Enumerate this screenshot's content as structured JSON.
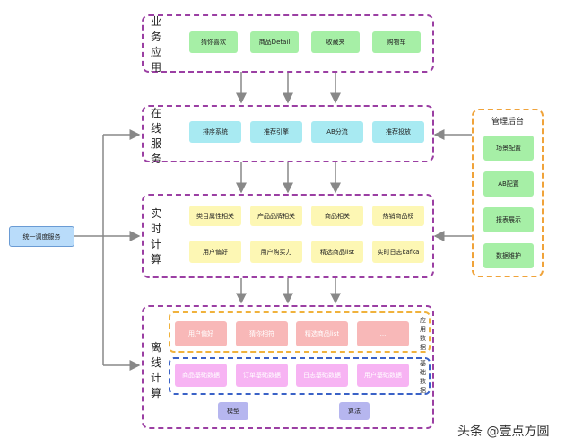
{
  "layers": {
    "business_app": {
      "label": "业务应用",
      "items": [
        "猜你喜欢",
        "商品Detail",
        "收藏夹",
        "购物车"
      ]
    },
    "online_service": {
      "label": "在线服务",
      "items": [
        "排序系统",
        "推荐引擎",
        "AB分流",
        "推荐投放"
      ]
    },
    "realtime": {
      "label": "实时计算",
      "row1": [
        "类目属性相关",
        "产品品牌相关",
        "商品相关",
        "热销商品榜"
      ],
      "row2": [
        "用户偏好",
        "用户购买力",
        "精选商品list",
        "实时日志kafka"
      ]
    },
    "offline": {
      "label": "离线计算",
      "app_data": {
        "label": "应用数据",
        "items": [
          "用户偏好",
          "猜你相符",
          "精选商品list",
          "..."
        ]
      },
      "base_data": {
        "label": "基础数据",
        "items": [
          "商品基础数据",
          "订单基础数据",
          "日志基础数据",
          "用户基础数据"
        ]
      },
      "tools": [
        "模型",
        "算法"
      ]
    }
  },
  "scheduler": {
    "label": "统一调度服务"
  },
  "admin": {
    "title": "管理后台",
    "items": [
      "场景配置",
      "AB配置",
      "报表展示",
      "数据维护"
    ]
  },
  "watermark": "头条 @壹点方圆",
  "colors": {
    "layer_border": "#9b3fa3",
    "admin_border": "#f0a33a",
    "app_data_border": "#f0b23c",
    "base_data_border": "#3a62c7",
    "arrow": "#888888"
  }
}
